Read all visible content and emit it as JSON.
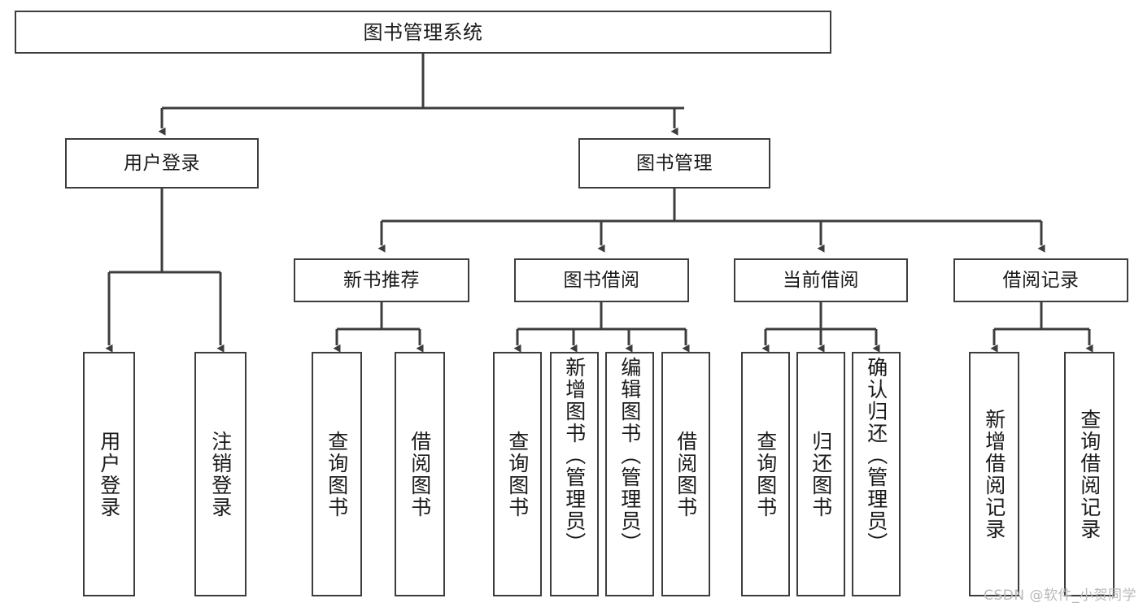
{
  "diagram": {
    "title": "图书管理系统",
    "type": "tree-hierarchy",
    "watermark": "CSDN @软件_小贺同学",
    "colors": {
      "background": "#ffffff",
      "stroke": "#3d3d3d",
      "text": "#1a1a1a",
      "watermark": "#b9b9b9"
    },
    "nodes": {
      "root": {
        "label": "图书管理系统"
      },
      "level1": [
        {
          "id": "user-login",
          "label": "用户登录"
        },
        {
          "id": "book-manage",
          "label": "图书管理"
        }
      ],
      "level2": [
        {
          "id": "new-book-recommend",
          "label": "新书推荐"
        },
        {
          "id": "book-borrow",
          "label": "图书借阅"
        },
        {
          "id": "current-borrow",
          "label": "当前借阅"
        },
        {
          "id": "borrow-record",
          "label": "借阅记录"
        }
      ],
      "leaves": {
        "user-login": [
          {
            "id": "leaf-user-login",
            "label": "用户登录"
          },
          {
            "id": "leaf-logout",
            "label": "注销登录"
          }
        ],
        "new-book-recommend": [
          {
            "id": "leaf-query-book-1",
            "label": "查询图书"
          },
          {
            "id": "leaf-borrow-book-1",
            "label": "借阅图书"
          }
        ],
        "book-borrow": [
          {
            "id": "leaf-query-book-2",
            "label": "查询图书"
          },
          {
            "id": "leaf-add-book",
            "label": "新增图书（管理员）"
          },
          {
            "id": "leaf-edit-book",
            "label": "编辑图书（管理员）"
          },
          {
            "id": "leaf-borrow-book-2",
            "label": "借阅图书"
          }
        ],
        "current-borrow": [
          {
            "id": "leaf-query-book-3",
            "label": "查询图书"
          },
          {
            "id": "leaf-return-book",
            "label": "归还图书"
          },
          {
            "id": "leaf-confirm-return",
            "label": "确认归还（管理员）"
          }
        ],
        "borrow-record": [
          {
            "id": "leaf-add-record",
            "label": "新增借阅记录"
          },
          {
            "id": "leaf-query-record",
            "label": "查询借阅记录"
          }
        ]
      }
    }
  }
}
